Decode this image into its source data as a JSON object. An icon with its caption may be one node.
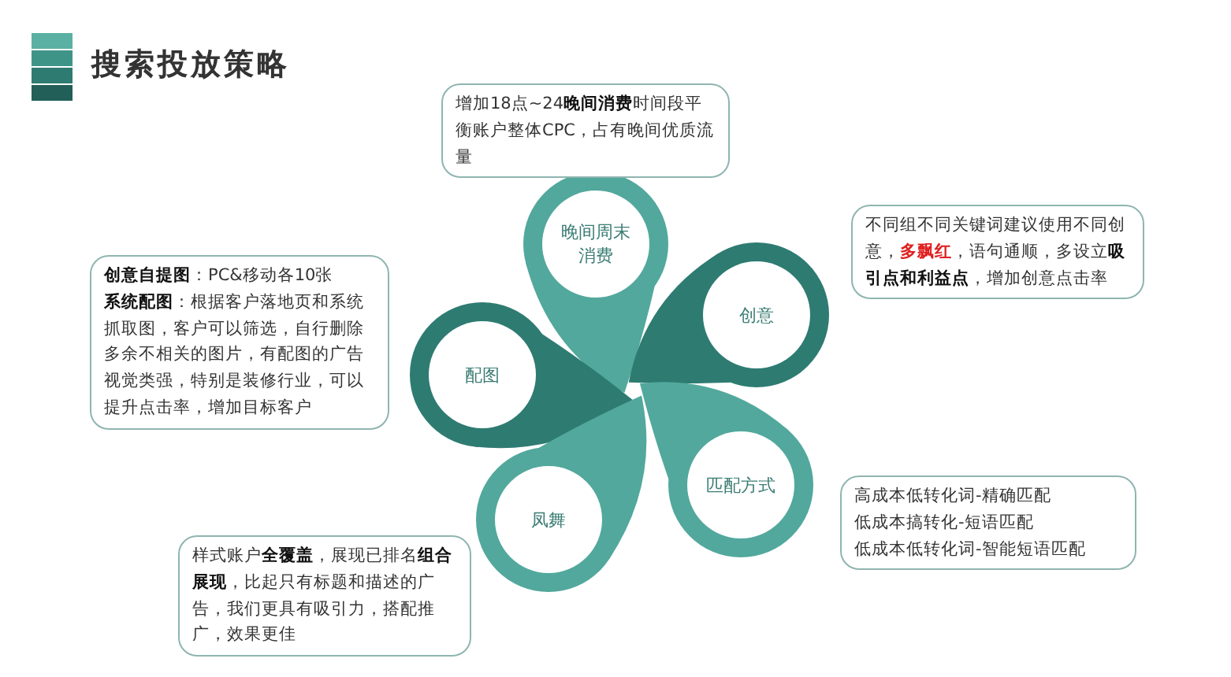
{
  "diagram": {
    "title": "搜索投放策略",
    "nodes": [
      {
        "text": [
          "增加18点~24**晚间消费**时间段平衡账户整体CPC，占有晚间优质流量"
        ]
      },
      {
        "text": [
          "晚间周末消费"
        ]
      },
      {
        "text": [
          "不同组不同关键词建议使用不同创意，**多飘红**，语句通顺，多设立**吸引点和利益点**，增加创意点击率"
        ]
      },
      {
        "text": [
          "创意"
        ]
      },
      {
        "text": [
          "**创意自提图**：PC&移动各10张",
          "**系统配图**：根据客户落地页和系统抓取图，客户可以筛选，自行删除多余不相关的图片，有配图的广告视觉类强，特别是装修行业，可以提升点击率，增加目标客户"
        ]
      },
      {
        "text": [
          "配图"
        ]
      },
      {
        "text": [
          "匹配方式"
        ]
      },
      {
        "text": [
          "高成本低转化词-精确匹配",
          "低成本搞转化-短语匹配",
          "低成本低转化词-智能短语匹配"
        ]
      },
      {
        "text": [
          "凤舞"
        ]
      },
      {
        "text": [
          "样式账户**全覆盖**，展现已排名**组合展现**，比起只有标题和描述的广告，我们更具有吸引力，搭配推广，效果更佳"
        ]
      }
    ]
  }
}
